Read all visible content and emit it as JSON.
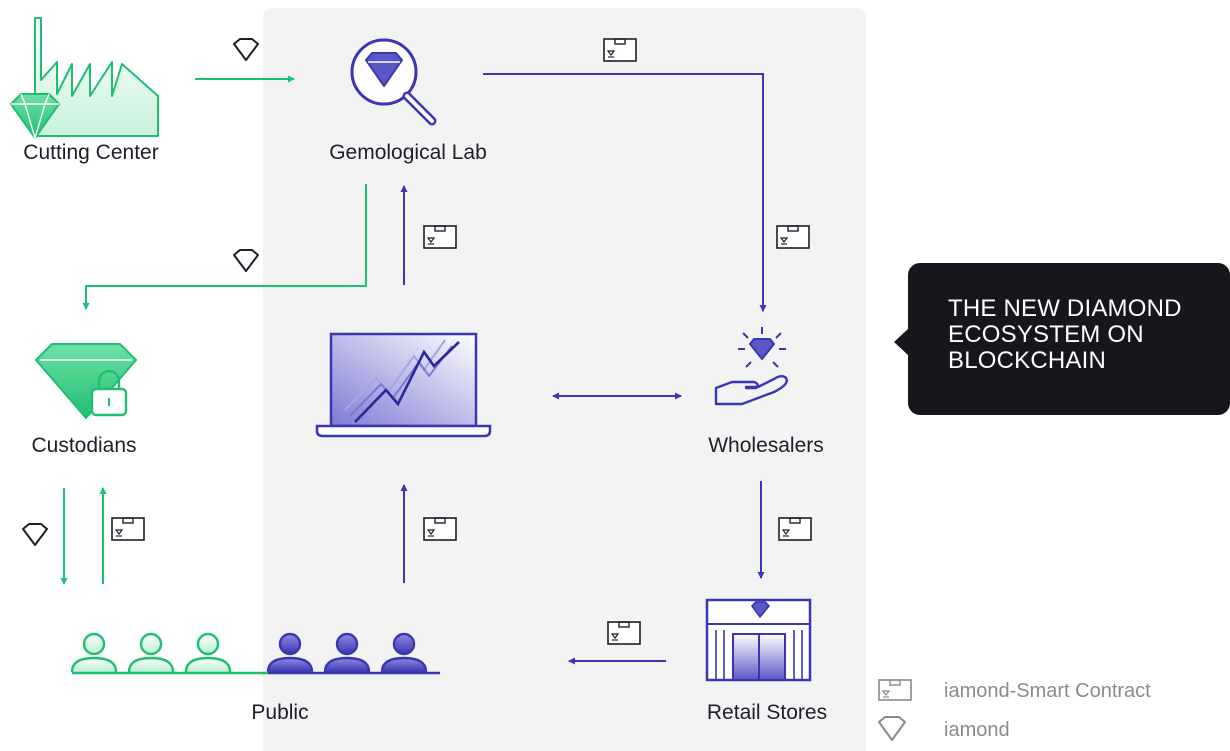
{
  "nodes": {
    "cutting_center": "Cutting Center",
    "gemological_lab": "Gemological Lab",
    "custodians": "Custodians",
    "wholesalers": "Wholesalers",
    "public": "Public",
    "retail_stores": "Retail Stores"
  },
  "callout": {
    "text": "THE NEW DIAMOND ECOSYSTEM ON BLOCKCHAIN"
  },
  "legend": {
    "contract_label": "iamond-Smart Contract",
    "diamond_label": "iamond"
  },
  "colors": {
    "green": "#1fbf72",
    "blue": "#3a36b2",
    "panel": "#f3f3f4",
    "callout_bg": "#16161c"
  },
  "icons": {
    "contract": "smart-contract-icon",
    "diamond": "diamond-outline-icon"
  }
}
